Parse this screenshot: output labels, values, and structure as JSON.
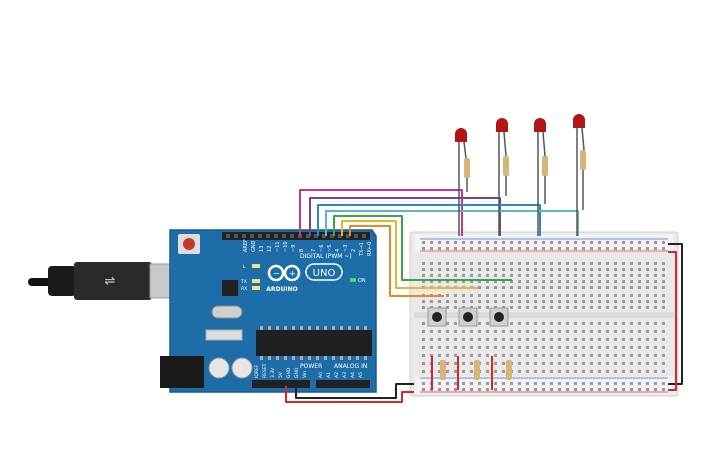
{
  "arduino": {
    "brand": "ARDUINO",
    "model": "UNO",
    "digital_label": "DIGITAL (PWM ~)",
    "power_label": "POWER",
    "analog_label": "ANALOG IN",
    "on_label": "ON",
    "led_labels": [
      "L",
      "TX",
      "RX"
    ],
    "top_header_labels": [
      "AREF",
      "GND",
      "13",
      "12",
      "~11",
      "~10",
      "~9",
      "8",
      "7",
      "~6",
      "~5",
      "4",
      "~3",
      "2",
      "TX→1",
      "RX←0"
    ],
    "power_pin_labels": [
      "IOREF",
      "RESET",
      "3.3V",
      "5V",
      "GND",
      "GND",
      "Vin"
    ],
    "analog_pin_labels": [
      "A0",
      "A1",
      "A2",
      "A3",
      "A4",
      "A5"
    ]
  },
  "colors": {
    "board": "#1d6ea8",
    "breadboard": "#e9e9e9",
    "led": "#b31414",
    "wire_magenta": "#c0398f",
    "wire_purple": "#7b3f98",
    "wire_blue": "#2f86c9",
    "wire_teal": "#5bb8c0",
    "wire_green": "#3aa54a",
    "wire_yellow": "#e8b62a",
    "wire_orange": "#e8862a",
    "wire_red": "#d92626",
    "wire_black": "#222222"
  }
}
